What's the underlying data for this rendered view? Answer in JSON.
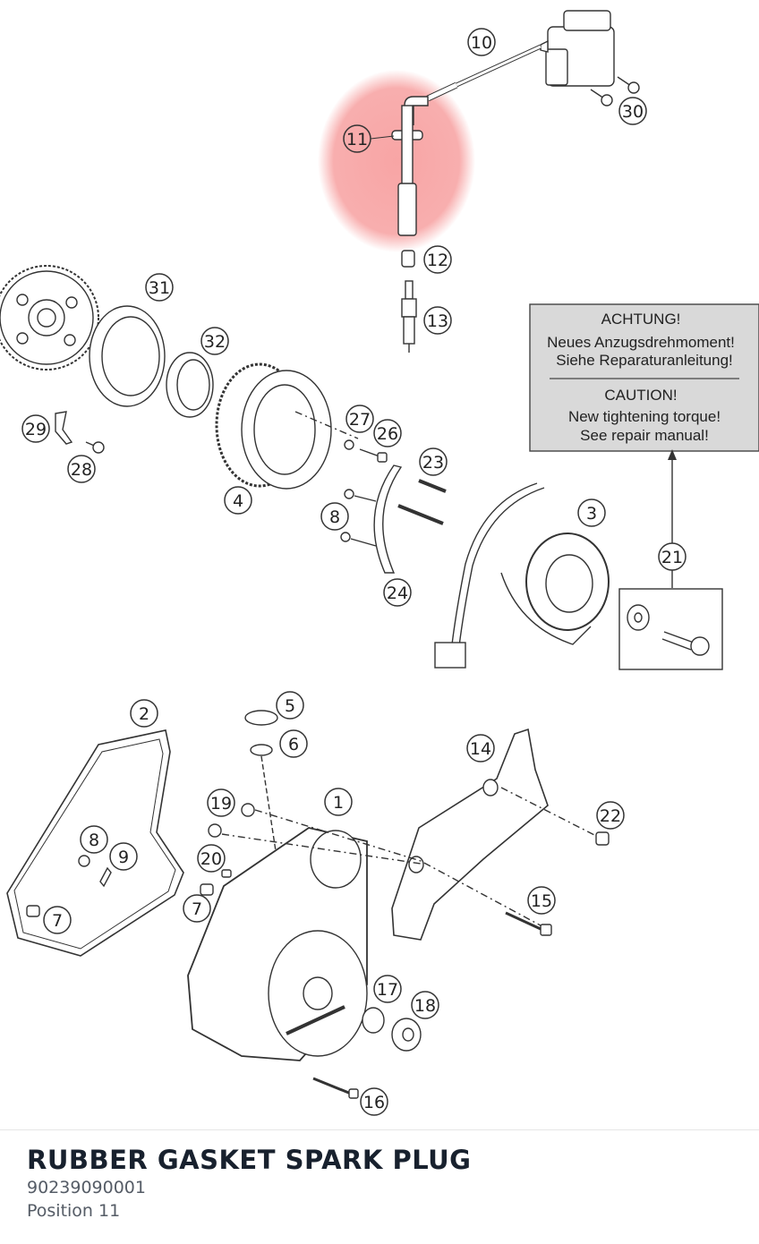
{
  "diagram": {
    "highlight_color": "#f7a0a0",
    "callouts": [
      {
        "id": "callout-10",
        "label": "10"
      },
      {
        "id": "callout-11",
        "label": "11",
        "highlighted": true
      },
      {
        "id": "callout-12",
        "label": "12"
      },
      {
        "id": "callout-13",
        "label": "13"
      },
      {
        "id": "callout-30",
        "label": "30"
      },
      {
        "id": "callout-31",
        "label": "31"
      },
      {
        "id": "callout-32",
        "label": "32"
      },
      {
        "id": "callout-29",
        "label": "29"
      },
      {
        "id": "callout-28",
        "label": "28"
      },
      {
        "id": "callout-27",
        "label": "27"
      },
      {
        "id": "callout-26",
        "label": "26"
      },
      {
        "id": "callout-23",
        "label": "23"
      },
      {
        "id": "callout-4",
        "label": "4"
      },
      {
        "id": "callout-8a",
        "label": "8"
      },
      {
        "id": "callout-24",
        "label": "24"
      },
      {
        "id": "callout-3",
        "label": "3"
      },
      {
        "id": "callout-21",
        "label": "21"
      },
      {
        "id": "callout-2",
        "label": "2"
      },
      {
        "id": "callout-5",
        "label": "5"
      },
      {
        "id": "callout-6",
        "label": "6"
      },
      {
        "id": "callout-14",
        "label": "14"
      },
      {
        "id": "callout-19",
        "label": "19"
      },
      {
        "id": "callout-1",
        "label": "1"
      },
      {
        "id": "callout-22",
        "label": "22"
      },
      {
        "id": "callout-8b",
        "label": "8"
      },
      {
        "id": "callout-9",
        "label": "9"
      },
      {
        "id": "callout-20",
        "label": "20"
      },
      {
        "id": "callout-7a",
        "label": "7"
      },
      {
        "id": "callout-7b",
        "label": "7"
      },
      {
        "id": "callout-15",
        "label": "15"
      },
      {
        "id": "callout-17",
        "label": "17"
      },
      {
        "id": "callout-18",
        "label": "18"
      },
      {
        "id": "callout-16",
        "label": "16"
      }
    ],
    "warning_box": {
      "de_line1": "ACHTUNG!",
      "de_line2": "Neues Anzugsdrehmoment!",
      "de_line3": "Siehe Reparaturanleitung!",
      "en_line1": "CAUTION!",
      "en_line2": "New tightening torque!",
      "en_line3": "See repair manual!"
    }
  },
  "part": {
    "title": "RUBBER GASKET SPARK PLUG",
    "number": "90239090001",
    "position": "Position 11"
  }
}
